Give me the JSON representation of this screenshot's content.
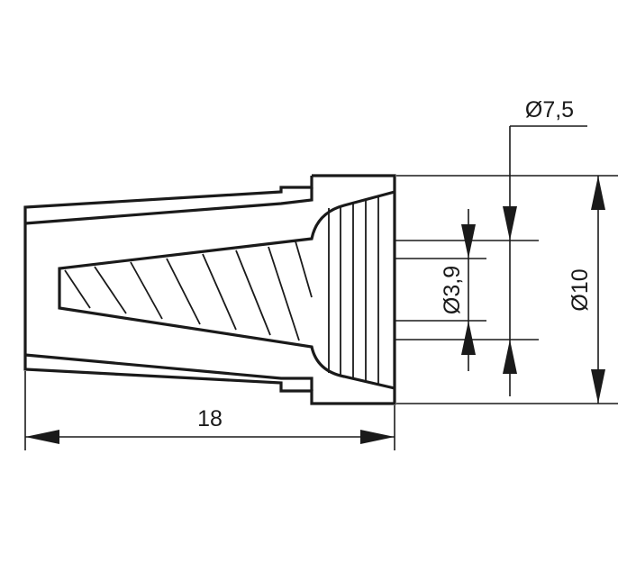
{
  "drawing": {
    "subject": "twist-on wire connector",
    "dimensions": {
      "length": "18",
      "outer_diameter": "Ø10",
      "bore_diameter": "Ø7,5",
      "thread_diameter": "Ø3,9"
    },
    "colors": {
      "line": "#1a1a1a",
      "background": "#ffffff"
    }
  }
}
